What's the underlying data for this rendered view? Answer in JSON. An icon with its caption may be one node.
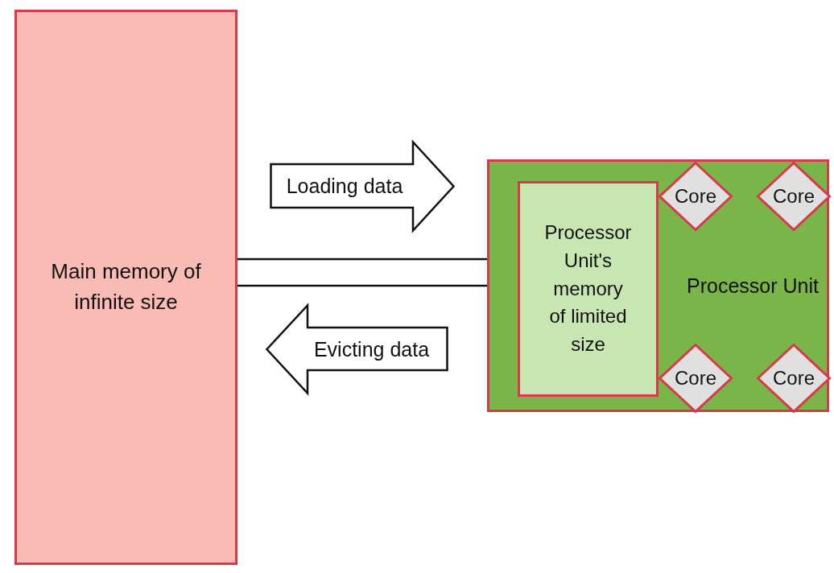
{
  "diagram": {
    "nodes": [
      {
        "text": [
          "Main memory of infinite size"
        ]
      },
      {
        "text": [
          "Loading data"
        ]
      },
      {
        "text": [
          "Evicting data"
        ]
      },
      {
        "text": [
          "Processor Unit"
        ]
      },
      {
        "text": [
          "Processor Unit's memory of limited size"
        ],
        "in": 3
      },
      {
        "text": [
          "Core"
        ],
        "in": 3
      },
      {
        "text": [
          "Core"
        ],
        "in": 3
      },
      {
        "text": [
          "Core"
        ],
        "in": 3
      },
      {
        "text": [
          "Core"
        ],
        "in": 3
      }
    ],
    "edges": [
      {
        "from": 0,
        "to": 3,
        "arrow": "none"
      },
      {
        "from": 0,
        "to": 3,
        "arrow": "none"
      }
    ]
  }
}
